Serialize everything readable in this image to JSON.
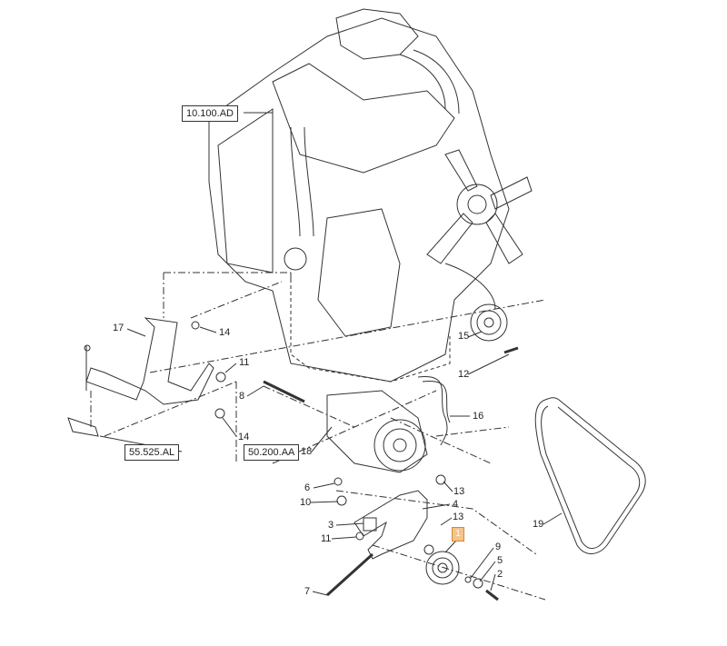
{
  "refs": {
    "engine": "10.100.AD",
    "harness": "55.525.AL",
    "compressor": "50.200.AA"
  },
  "callouts": {
    "c17": "17",
    "c14a": "14",
    "c11a": "11",
    "c8": "8",
    "c14b": "14",
    "c18": "18",
    "c15": "15",
    "c12": "12",
    "c16": "16",
    "c6": "6",
    "c10": "10",
    "c13a": "13",
    "c4": "4",
    "c3": "3",
    "c13b": "13",
    "c1": "1",
    "c11b": "11",
    "c9": "9",
    "c5": "5",
    "c2": "2",
    "c7": "7",
    "c19": "19"
  },
  "colors": {
    "highlight": "#f5c48a",
    "line": "#333333"
  }
}
